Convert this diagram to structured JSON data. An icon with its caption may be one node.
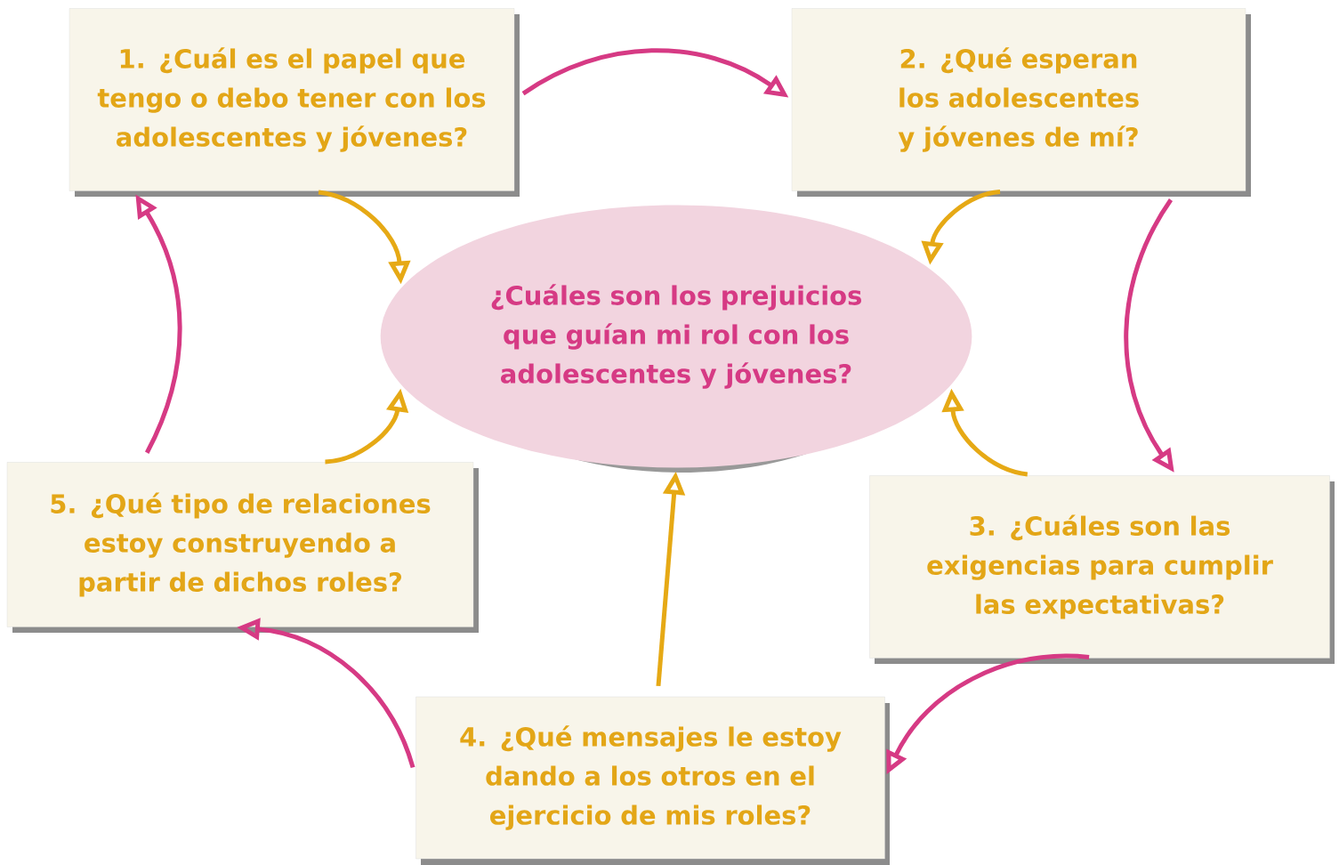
{
  "diagram": {
    "nodes": [
      {
        "text": [
          "1. ¿Cuál es el papel que tengo o debo tener con los adolescentes y jóvenes?"
        ]
      },
      {
        "text": [
          "2. ¿Qué esperan los adolescentes y jóvenes de mí?"
        ]
      },
      {
        "text": [
          "¿Cuáles son los prejuicios que guían mi rol con los adolescentes y jóvenes?"
        ]
      },
      {
        "text": [
          "3. ¿Cuáles son las exigencias para cumplir las expectativas?"
        ]
      },
      {
        "text": [
          "4. ¿Qué mensajes le estoy dando a los otros en el ejercicio de mis roles?"
        ]
      },
      {
        "text": [
          "5. ¿Qué tipo de relaciones estoy construyendo a partir de dichos roles?"
        ]
      }
    ],
    "edges": [
      {
        "from": 0,
        "to": 1,
        "arrow": "to"
      },
      {
        "from": 1,
        "to": 3,
        "arrow": "to"
      },
      {
        "from": 3,
        "to": 4,
        "arrow": "to"
      },
      {
        "from": 4,
        "to": 5,
        "arrow": "to"
      },
      {
        "from": 5,
        "to": 0,
        "arrow": "to"
      },
      {
        "from": 0,
        "to": 2,
        "arrow": "to",
        "color": "#e6a915"
      },
      {
        "from": 1,
        "to": 2,
        "arrow": "to",
        "color": "#e6a915"
      },
      {
        "from": 3,
        "to": 2,
        "arrow": "to",
        "color": "#e6a915"
      },
      {
        "from": 4,
        "to": 2,
        "arrow": "to",
        "color": "#e6a915"
      },
      {
        "from": 5,
        "to": 2,
        "arrow": "to",
        "color": "#e6a915"
      }
    ]
  }
}
